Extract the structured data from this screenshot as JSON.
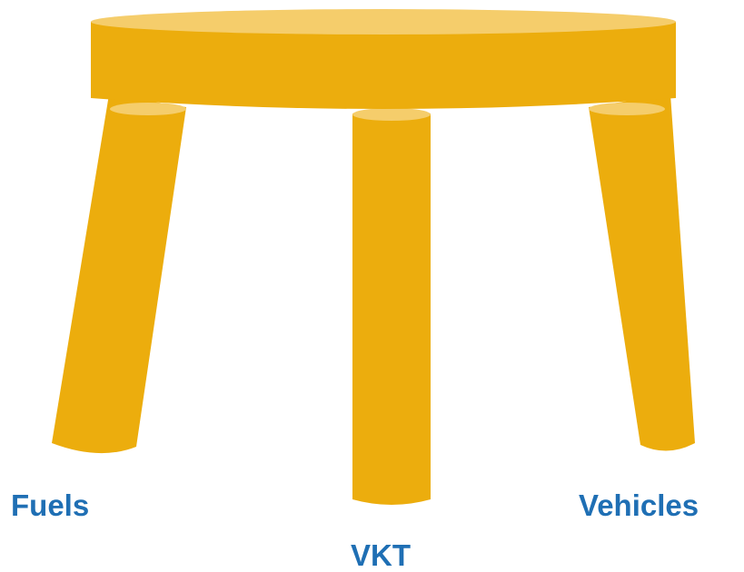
{
  "colors": {
    "seat_top": "#f5cd6b",
    "body": "#ecad0d",
    "leg_cap": "#f5cd6b",
    "label": "#1f6fb4"
  },
  "labels": {
    "left_leg": "Fuels",
    "center_leg": "VKT",
    "right_leg": "Vehicles"
  }
}
